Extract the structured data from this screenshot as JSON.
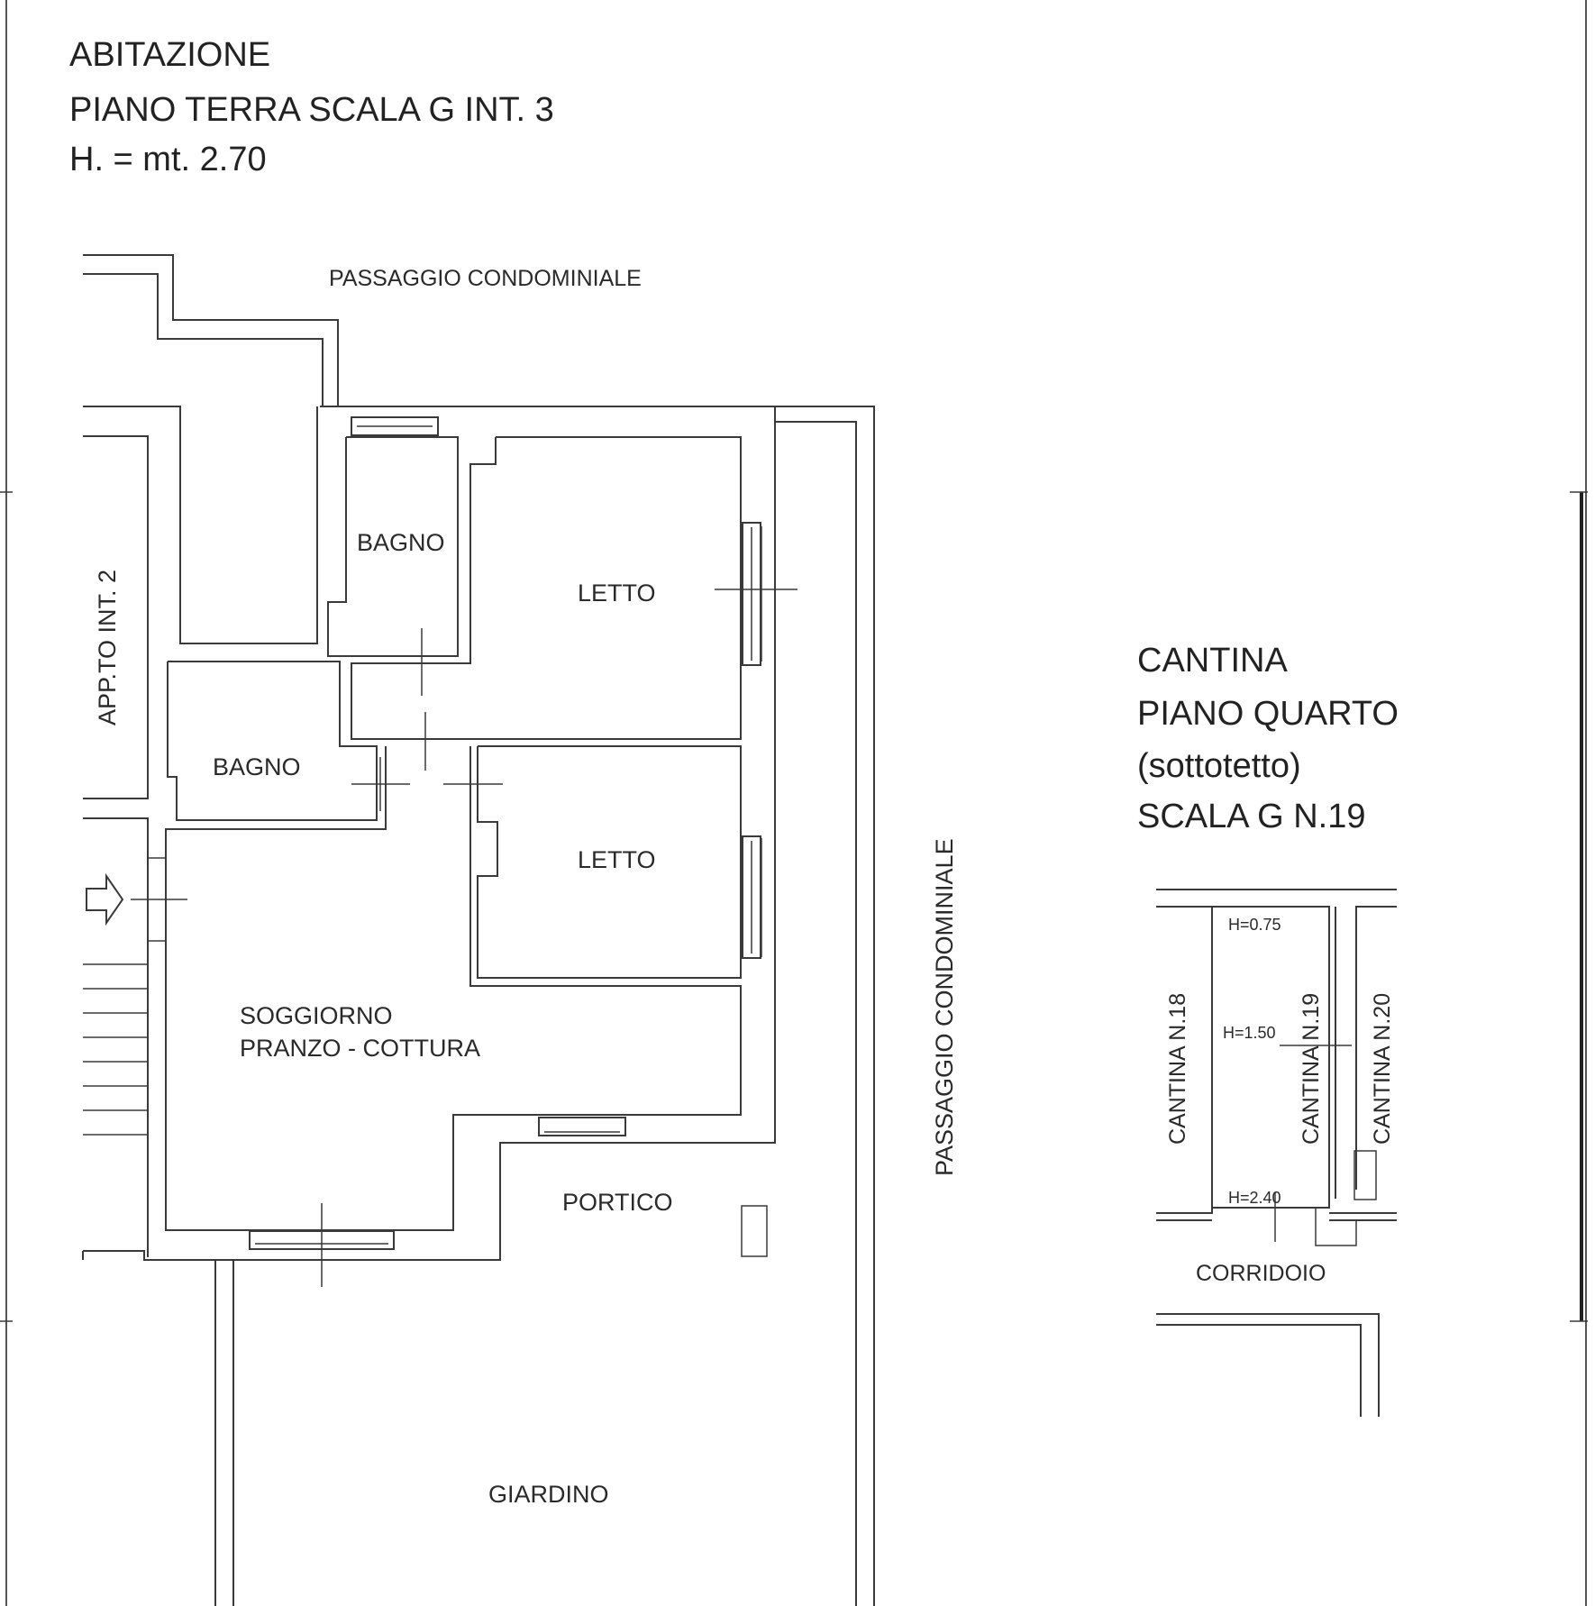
{
  "main_block": {
    "title_lines": [
      "ABITAZIONE",
      "PIANO TERRA SCALA G INT. 3",
      "H. = mt. 2.70"
    ]
  },
  "labels": {
    "passaggio_top": "PASSAGGIO CONDOMINIALE",
    "passaggio_side": "PASSAGGIO CONDOMINIALE",
    "appto": "APP.TO INT. 2",
    "bagno_1": "BAGNO",
    "bagno_2": "BAGNO",
    "letto_1": "LETTO",
    "letto_2": "LETTO",
    "soggiorno": [
      "SOGGIORNO",
      "PRANZO - COTTURA"
    ],
    "portico": "PORTICO",
    "giardino": "GIARDINO"
  },
  "cantina_block": {
    "title_lines": [
      "CANTINA",
      "PIANO QUARTO",
      "(sottotetto)",
      "SCALA G N.19"
    ],
    "cantina_18": "CANTINA N.18",
    "cantina_19": "CANTINA N.19",
    "cantina_20": "CANTINA N.20",
    "h_075": "H=0.75",
    "h_150": "H=1.50",
    "h_240": "H=2.40",
    "corridoio": "CORRIDOIO"
  },
  "colors": {
    "line": "#3a3a3a",
    "text": "#222222",
    "background": "#ffffff"
  }
}
